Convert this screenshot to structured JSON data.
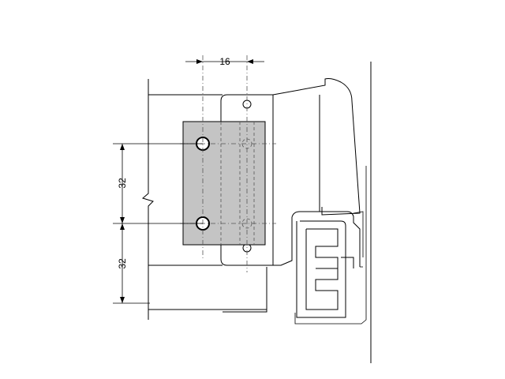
{
  "dimensions": {
    "horizontal_spacing": "16",
    "vertical_spacing_upper": "32",
    "vertical_spacing_lower": "32"
  },
  "colors": {
    "line": "#000000",
    "plate_fill": "#c4c4c4",
    "background": "#ffffff"
  }
}
